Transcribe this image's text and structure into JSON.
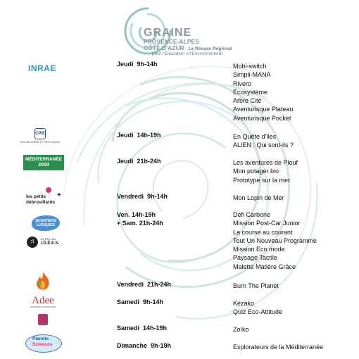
{
  "header": {
    "title": "GRAINE",
    "line1": "PROVENCE-ALPES",
    "line2": "CÔTE D'AZUR",
    "tagline": "Le Réseau Régional",
    "line3": "pour l'Éducation à l'Environnement"
  },
  "logos": {
    "inrae": "INRAE",
    "cpie": "CPIE",
    "cpie_caption": "ILES DE LERINS ET PAYS D'AZUR",
    "mediterranee": "MÉDITERRANÉE",
    "mediterranee_year": "2000",
    "petits_line1": "les petits",
    "petits_line2": "débrouillards",
    "quartiers": "QUARTIERS LUDIQUES",
    "idees_small": "By ESV dès",
    "idees": "I.D.É.E.S.",
    "adee": "Adee",
    "adee_caption": "association dracénoise",
    "planete_line1": "Planète",
    "planete_line2": "Sciences"
  },
  "schedule": [
    {
      "when": "Jeudi  9h-14h",
      "activities": [
        "Mobi-switch",
        "Simpli-MANA",
        "Rivero",
        "Écosystème",
        "Arbre Cité",
        "Aventurisque Plateau",
        "Aventurisque Pocket"
      ]
    },
    {
      "when": "Jeudi  14h-19h",
      "activities": [
        "En Quête d'îles",
        "ALIEN : Qui sont-ils ?"
      ]
    },
    {
      "when": "Jeudi  21h-24h",
      "activities": [
        "Les aventures de Plouf",
        "Mon potager bio",
        "Prototype sur la mer"
      ]
    },
    {
      "when": "Vendredi  9h-14h",
      "activities": [
        "Mon Lopin de Mer"
      ]
    },
    {
      "when": "Ven. 14h-19h\n+ Sam. 21h-24h",
      "activities": [
        "Défi Carbone",
        "Mission Post-Car Junior",
        "La course au courant",
        "Tout Un Nouveau Programme",
        "Mission Eco mode",
        "Paysage Tactile",
        "Malette Matière Grâce"
      ]
    },
    {
      "when": "Vendredi  21h-24h",
      "activities": [
        "Burn The Planet"
      ]
    },
    {
      "when": "Samedi  9h-14h",
      "activities": [
        "Kézako",
        "Quiz Eco-Attitude"
      ]
    },
    {
      "when": "Samedi  14h-19h",
      "activities": [
        "Zoïko"
      ]
    },
    {
      "when": "Dimanche  9h-19h",
      "activities": [
        "Explorateurs de la Méditerranée"
      ]
    }
  ]
}
